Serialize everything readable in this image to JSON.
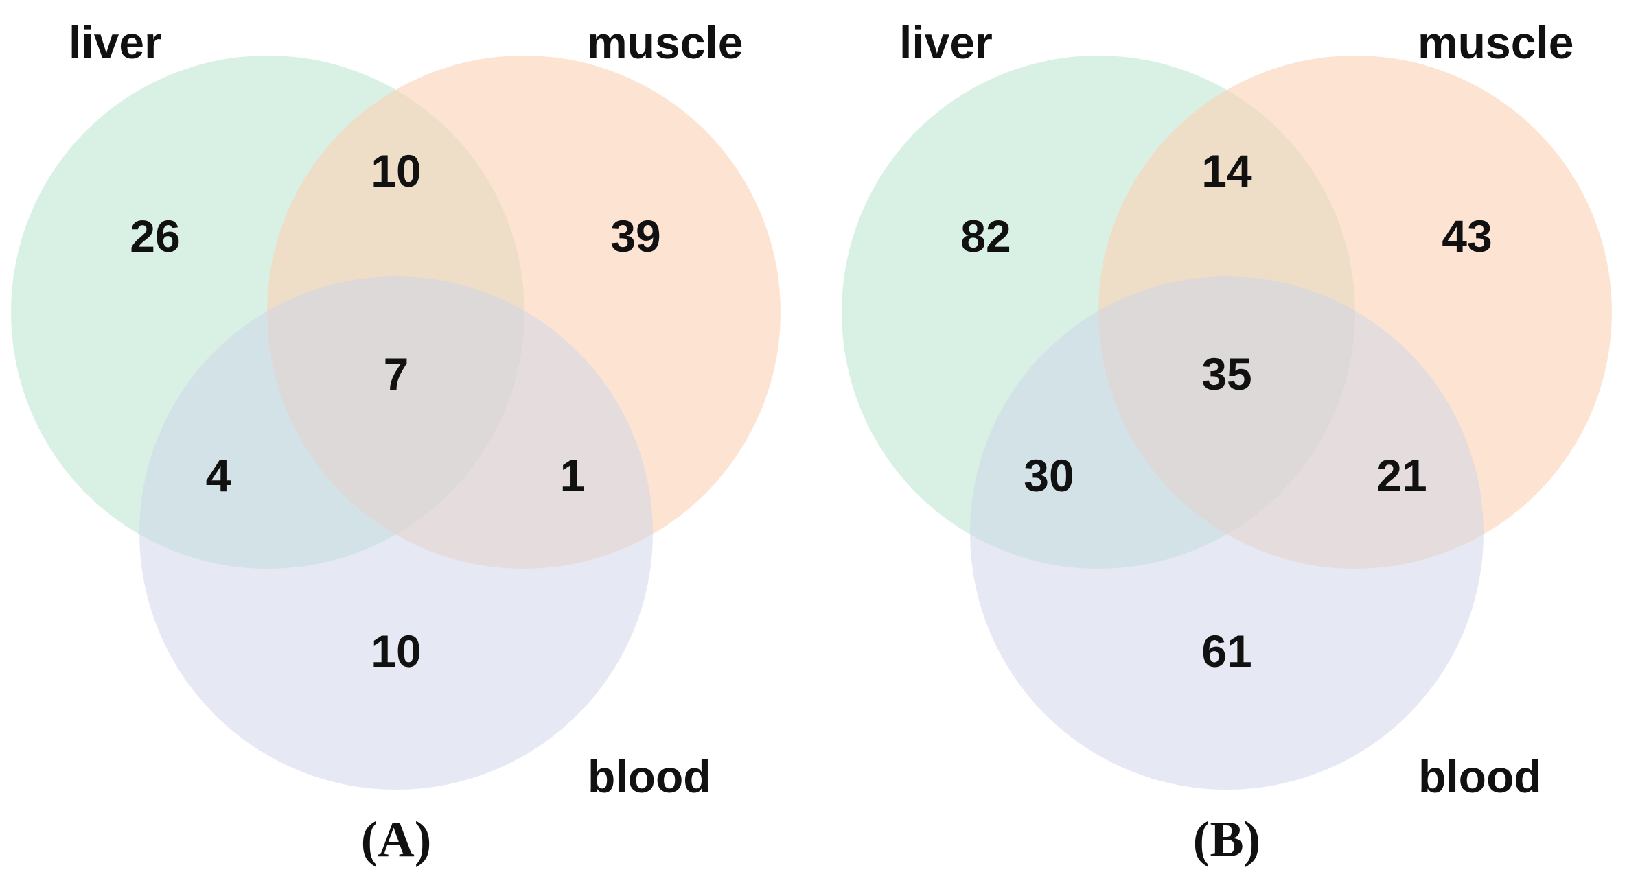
{
  "colors": {
    "liver": "#bfe6d4",
    "muscle": "#fbd2b4",
    "blood": "#cdd4ea",
    "text": "#111111"
  },
  "panels": [
    {
      "panel_label": "(A)",
      "sets": {
        "liver": "liver",
        "muscle": "muscle",
        "blood": "blood"
      },
      "regions": {
        "liver_only": "26",
        "muscle_only": "39",
        "blood_only": "10",
        "liver_muscle": "10",
        "liver_blood": "4",
        "muscle_blood": "1",
        "all_three": "7"
      }
    },
    {
      "panel_label": "(B)",
      "sets": {
        "liver": "liver",
        "muscle": "muscle",
        "blood": "blood"
      },
      "regions": {
        "liver_only": "82",
        "muscle_only": "43",
        "blood_only": "61",
        "liver_muscle": "14",
        "liver_blood": "30",
        "muscle_blood": "21",
        "all_three": "35"
      }
    }
  ]
}
